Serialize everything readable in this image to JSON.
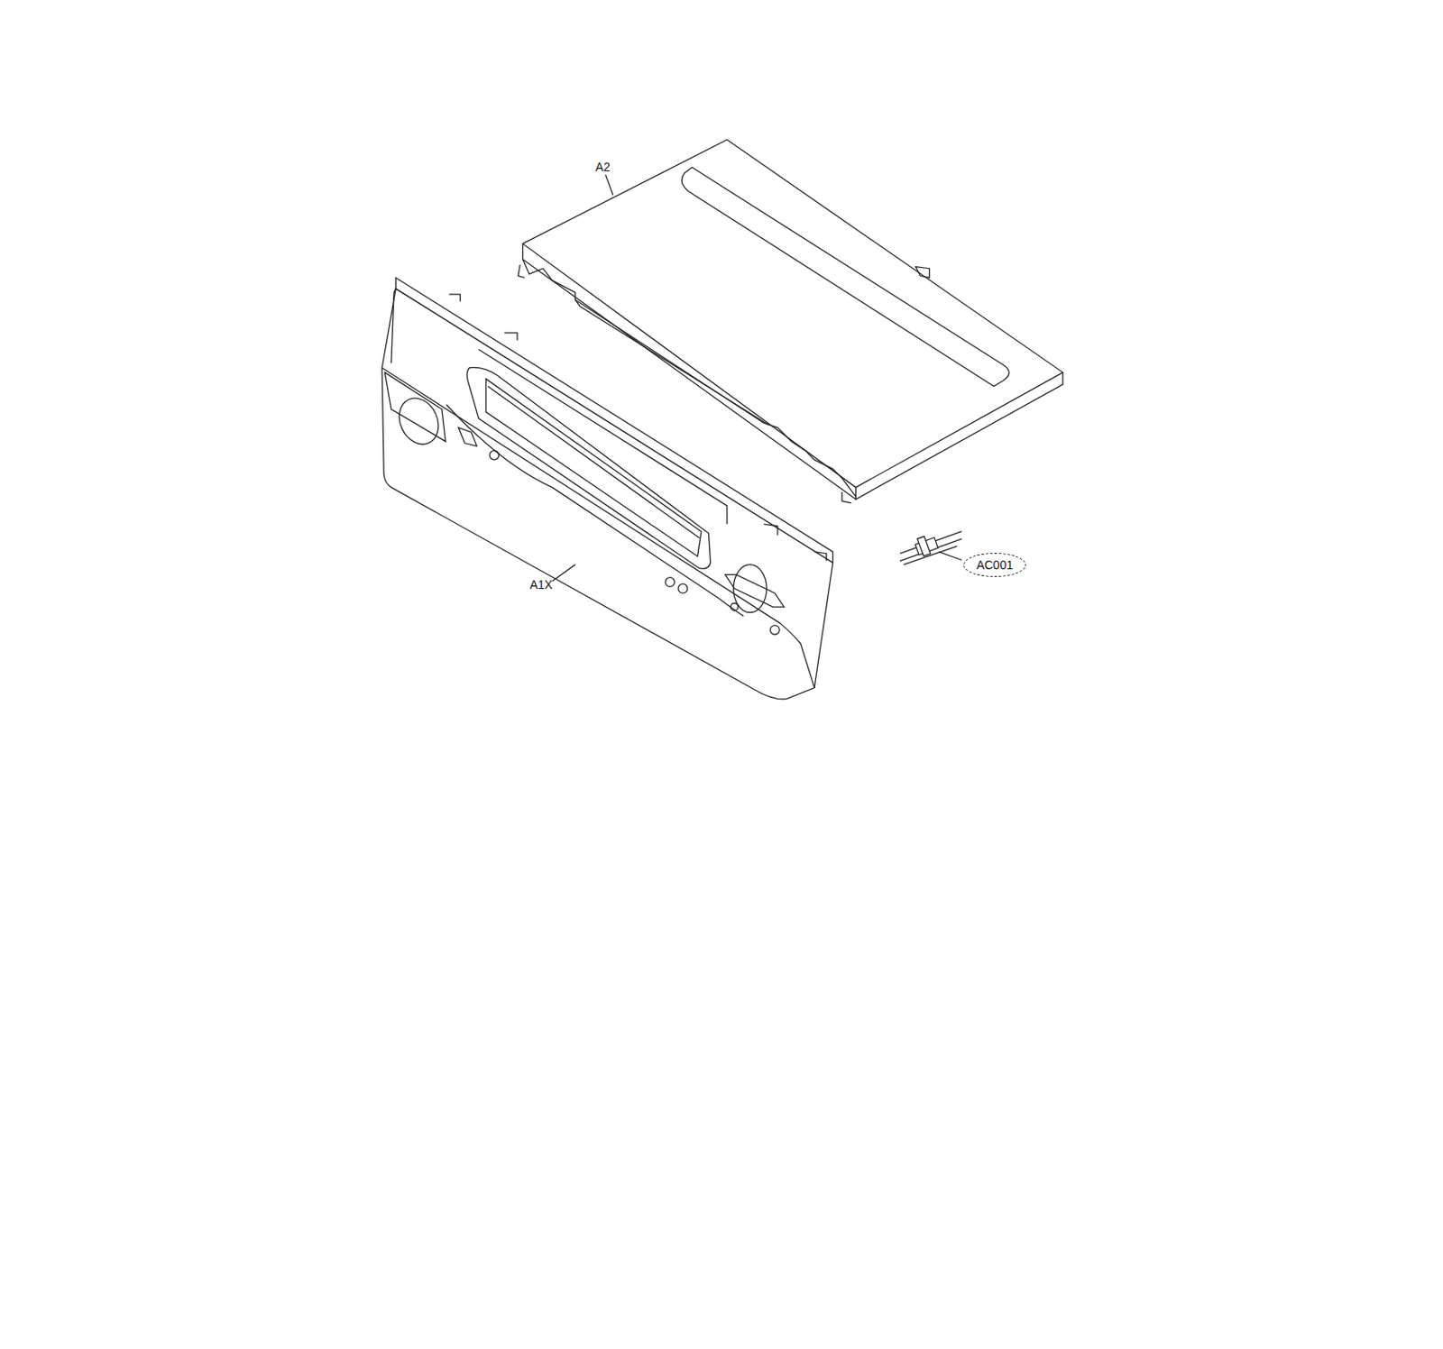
{
  "diagram": {
    "nodes": [
      {
        "text": [
          "AC001"
        ]
      }
    ],
    "labels": [
      "A2",
      "A1X"
    ]
  }
}
